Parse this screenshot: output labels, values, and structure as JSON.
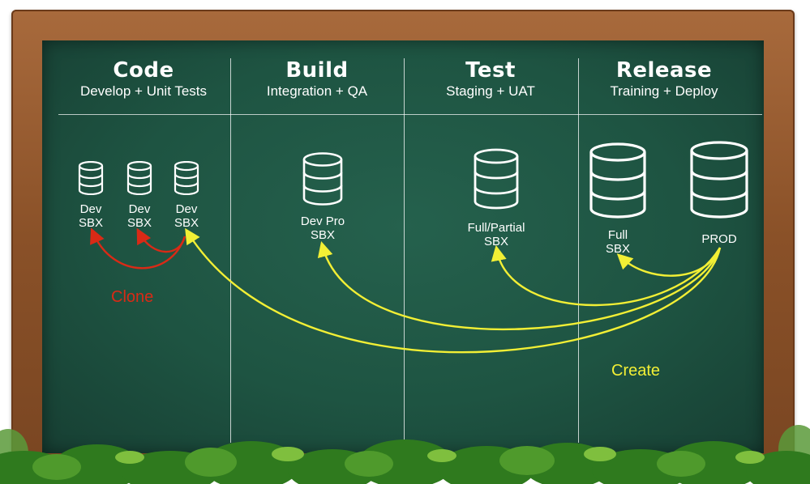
{
  "columns": [
    {
      "title": "Code",
      "subtitle": "Develop + Unit Tests"
    },
    {
      "title": "Build",
      "subtitle": "Integration + QA"
    },
    {
      "title": "Test",
      "subtitle": "Staging + UAT"
    },
    {
      "title": "Release",
      "subtitle": "Training + Deploy"
    }
  ],
  "sandboxes": {
    "dev1": {
      "line1": "Dev",
      "line2": "SBX"
    },
    "dev2": {
      "line1": "Dev",
      "line2": "SBX"
    },
    "dev3": {
      "line1": "Dev",
      "line2": "SBX"
    },
    "devpro": {
      "line1": "Dev Pro",
      "line2": "SBX"
    },
    "partial": {
      "line1": "Full/Partial",
      "line2": "SBX"
    },
    "full": {
      "line1": "Full",
      "line2": "SBX"
    },
    "prod": {
      "line1": "PROD"
    }
  },
  "labels": {
    "clone": "Clone",
    "create": "Create"
  },
  "colors": {
    "board": "#1e5442",
    "frame": "#8a5128",
    "clone": "#d92a16",
    "create": "#f2ef35",
    "chalk": "#ffffff",
    "foliage": "#3e8a26"
  }
}
